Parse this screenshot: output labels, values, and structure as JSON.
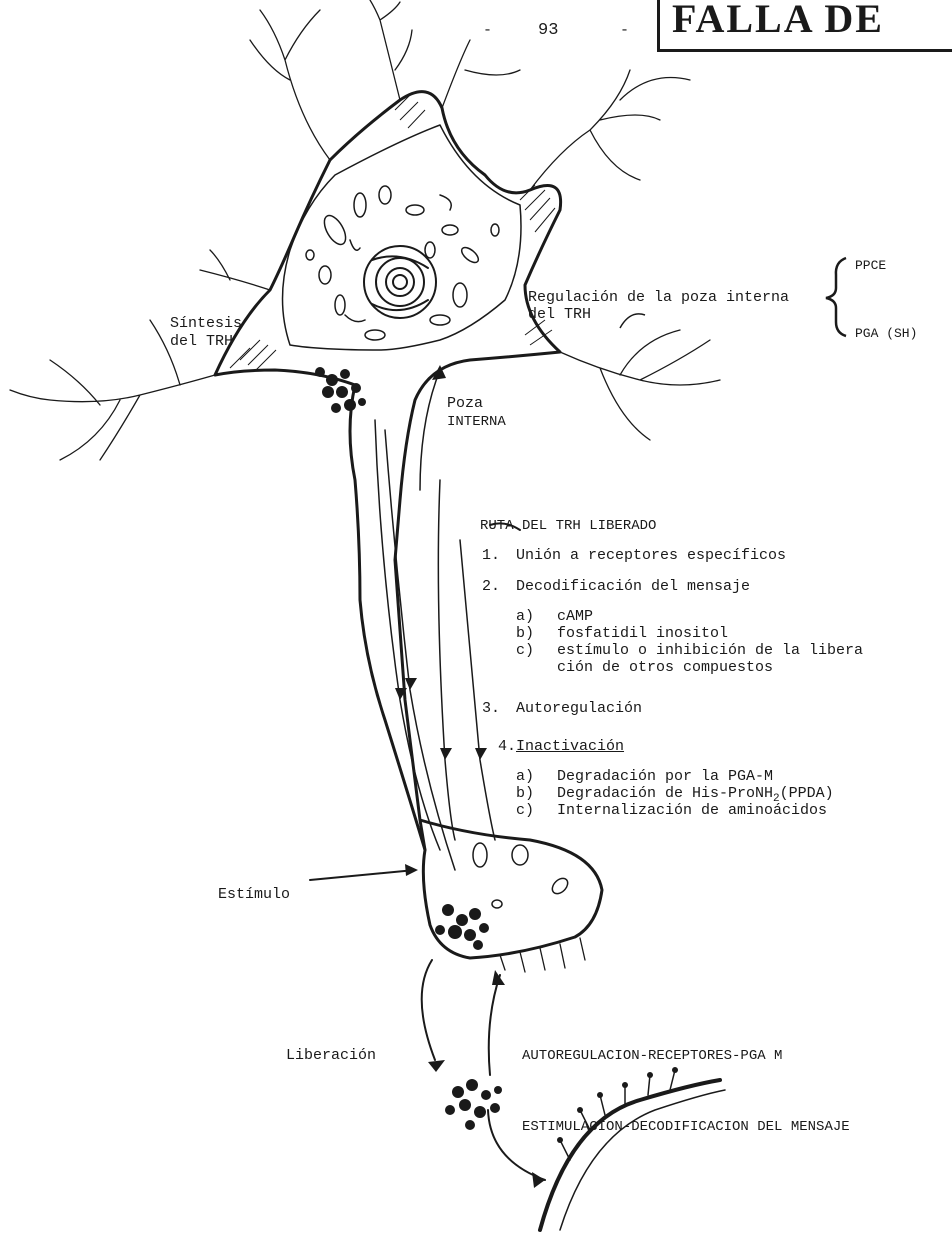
{
  "page_header": {
    "number": "93",
    "dash_left": "-",
    "dash_right": "-"
  },
  "stamp": "FALLA DE ORGE",
  "labels": {
    "sintesis": [
      "Síntesis",
      "del TRH"
    ],
    "regulacion": [
      "Regulación de la poza interna",
      "del TRH"
    ],
    "ppce": "PPCE",
    "pga": "PGA (SH)",
    "poza": [
      "Poza",
      "INTERNA"
    ],
    "estimulo": "Estímulo",
    "liberacion": "Liberación",
    "autoregulacion": "AUTOREGULACION-RECEPTORES-PGA M",
    "estimulacion": "ESTIMULACION-DECODIFICACION DEL MENSAJE"
  },
  "ruta": {
    "title": "RUTA DEL TRH LIBERADO",
    "items": [
      {
        "num": "1.",
        "text": "Unión a receptores específicos"
      },
      {
        "num": "2.",
        "text": "Decodificación del mensaje"
      },
      {
        "num": "3.",
        "text": "Autoregulación"
      },
      {
        "num": "4.",
        "text": "Inactivación"
      }
    ],
    "sub2": [
      {
        "letter": "a)",
        "text": "cAMP"
      },
      {
        "letter": "b)",
        "text": "fosfatidil inositol"
      },
      {
        "letter": "c)",
        "text": "estímulo o inhibición de la libera"
      },
      {
        "letter": "",
        "text": "ción de otros compuestos"
      }
    ],
    "sub4": [
      {
        "letter": "a)",
        "text": "Degradación por la PGA-M"
      },
      {
        "letter": "b)",
        "text": "Degradación de His-ProNH",
        "subscript": "2",
        "suffix": "(PPDA)"
      },
      {
        "letter": "c)",
        "text": "Internalización de aminoácidos"
      }
    ]
  }
}
